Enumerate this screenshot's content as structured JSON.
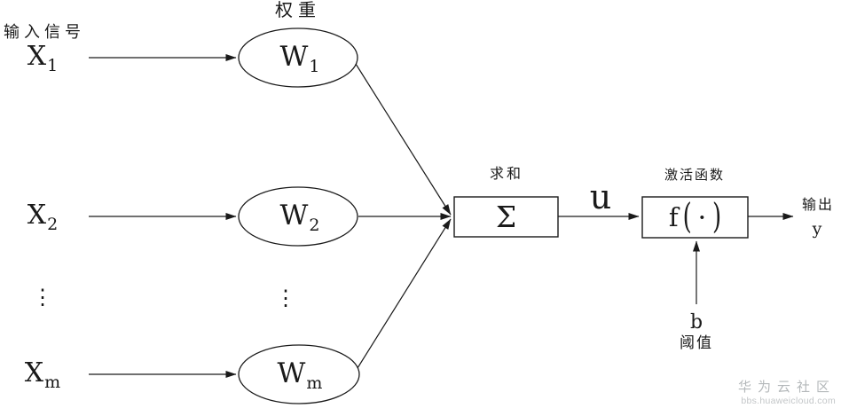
{
  "diagram": {
    "input_section": {
      "title": "输入信号",
      "inputs": [
        {
          "name": "X",
          "sub": "1"
        },
        {
          "name": "X",
          "sub": "2"
        },
        {
          "name": "X",
          "sub": "m"
        }
      ],
      "ellipsis": "⋮"
    },
    "weights_section": {
      "title": "权重",
      "nodes": [
        {
          "name": "W",
          "sub": "1"
        },
        {
          "name": "W",
          "sub": "2"
        },
        {
          "name": "W",
          "sub": "m"
        }
      ],
      "ellipsis": "⋮"
    },
    "sum_section": {
      "title": "求和",
      "symbol": "Σ"
    },
    "signal_u": "u",
    "activation_section": {
      "title": "激活函数",
      "fn_name": "f",
      "paren_open": "(",
      "dot": "•",
      "paren_close": ")"
    },
    "output_section": {
      "title": "输出",
      "variable": "y"
    },
    "bias_section": {
      "variable": "b",
      "title": "阈值"
    },
    "colors": {
      "stroke": "#1a1a1a",
      "watermark_title": "#b4b8ba",
      "watermark_url": "#c3c6c8"
    },
    "watermark": {
      "title": "华为云社区",
      "url": "bbs.huaweicloud.com"
    }
  }
}
